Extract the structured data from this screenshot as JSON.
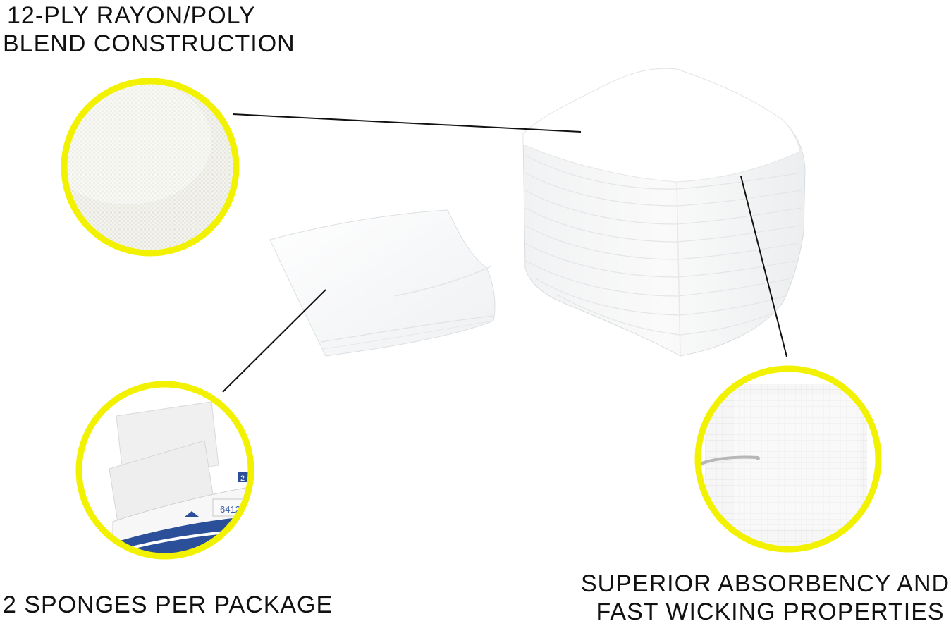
{
  "captions": {
    "top_left": {
      "line1": "12-PLY RAYON/POLY",
      "line2": "BLEND CONSTRUCTION"
    },
    "bottom_left": {
      "line1": "2 SPONGES PER PACKAGE"
    },
    "bottom_right": {
      "line1": "SUPERIOR ABSORBENCY AND",
      "line2": "FAST WICKING PROPERTIES"
    }
  },
  "package_label": {
    "number": "6412",
    "count": "2"
  },
  "colors": {
    "callout_ring": "#f2f200",
    "leader_line": "#111111",
    "gauze": "#ffffff",
    "package_blue": "#2c4f9a"
  },
  "callouts": [
    {
      "name": "texture-closeup",
      "points_to": "stacked-gauze-top"
    },
    {
      "name": "package-closeup",
      "points_to": "single-gauze-pad"
    },
    {
      "name": "absorbency-closeup",
      "points_to": "stacked-gauze-side"
    }
  ]
}
